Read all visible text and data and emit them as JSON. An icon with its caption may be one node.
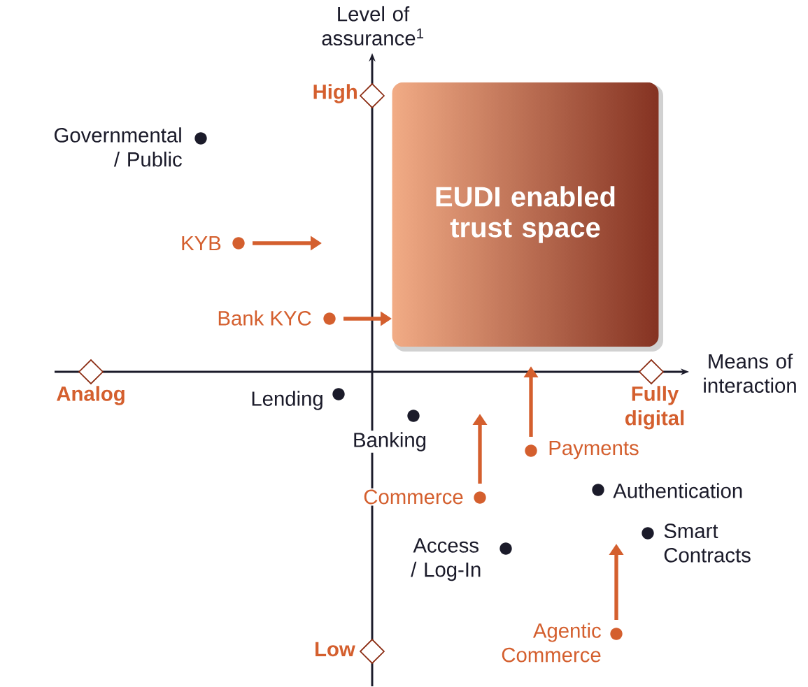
{
  "diagram": {
    "nodes": [
      {
        "text": [
          "High"
        ]
      },
      {
        "text": [
          "EUDI enabled trust space"
        ]
      },
      {
        "text": [
          "Governmental / Public"
        ]
      },
      {
        "text": [
          "KYB"
        ]
      },
      {
        "text": [
          "Bank KYC"
        ]
      },
      {
        "text": [
          "Analog"
        ]
      },
      {
        "text": [
          "Fully digital"
        ]
      },
      {
        "text": [
          "Lending"
        ]
      },
      {
        "text": [
          "Banking"
        ]
      },
      {
        "text": [
          "Payments"
        ]
      },
      {
        "text": [
          "Authentication"
        ]
      },
      {
        "text": [
          "Commerce"
        ]
      },
      {
        "text": [
          "Smart Contracts"
        ]
      },
      {
        "text": [
          "Access / Log-In"
        ]
      },
      {
        "text": [
          "Agentic Commerce"
        ]
      },
      {
        "text": [
          "Low"
        ]
      }
    ],
    "edges": [
      {
        "from": 3,
        "to": null,
        "arrow": "to"
      },
      {
        "from": 4,
        "to": 1,
        "arrow": "to"
      },
      {
        "from": 11,
        "to": null,
        "arrow": "to"
      },
      {
        "from": 9,
        "to": null,
        "arrow": "to"
      },
      {
        "from": 14,
        "to": null,
        "arrow": "to"
      }
    ],
    "labels": [
      "Level of assurance$^{1}$",
      "Means of interaction"
    ]
  }
}
